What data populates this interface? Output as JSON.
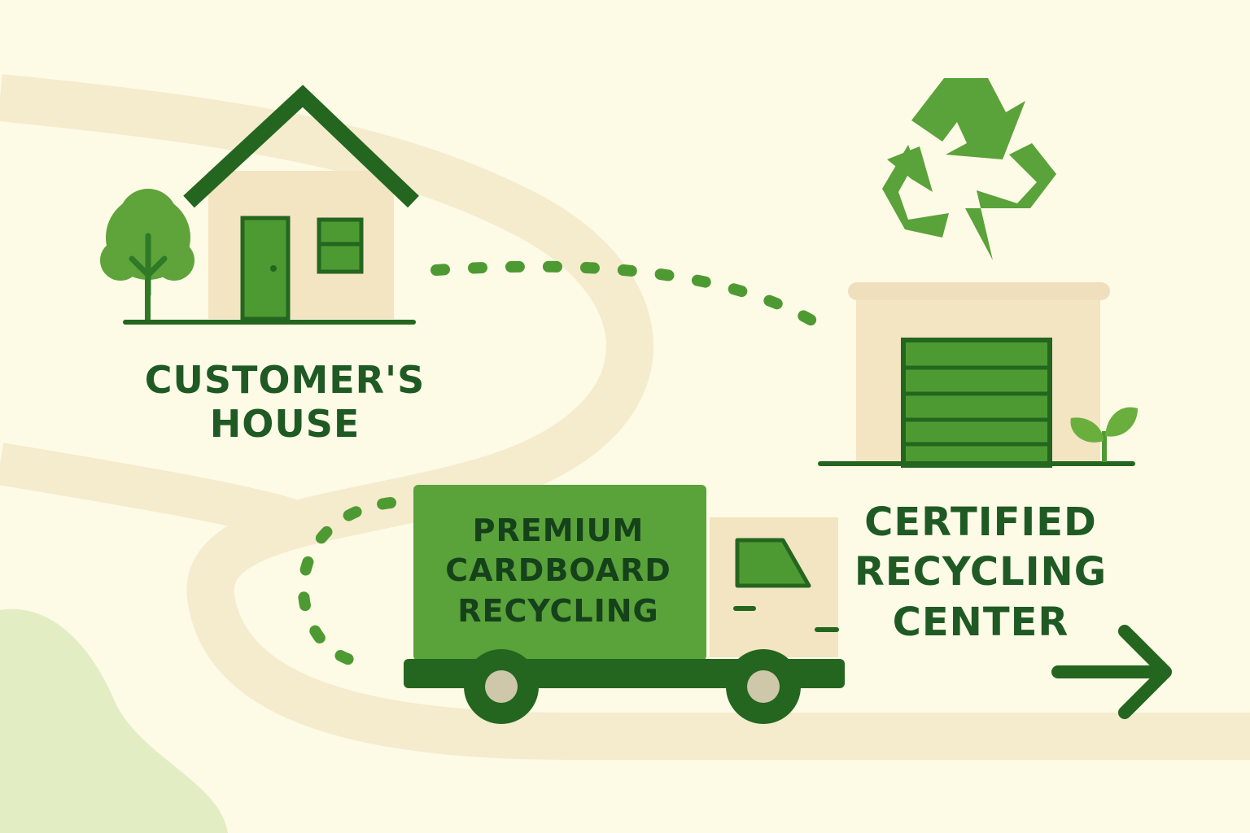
{
  "nodes": {
    "house": {
      "label_line1": "CUSTOMER'S",
      "label_line2": "HOUSE"
    },
    "truck": {
      "label_line1": "PREMIUM",
      "label_line2": "CARDBOARD",
      "label_line3": "RECYCLING"
    },
    "center": {
      "label_line1": "CERTIFIED",
      "label_line2": "RECYCLING",
      "label_line3": "CENTER"
    }
  },
  "icons": [
    "tree-icon",
    "house-icon",
    "recycle-icon",
    "recycling-building-icon",
    "sprout-icon",
    "truck-icon",
    "arrow-right-icon"
  ],
  "colors": {
    "background": "#fdfae6",
    "road": "#f5ebcd",
    "dark_green": "#24661f",
    "mid_green": "#4e9a32",
    "light_green": "#6aae3e",
    "beige": "#f3e4c2",
    "label_green": "#1f5a24"
  }
}
